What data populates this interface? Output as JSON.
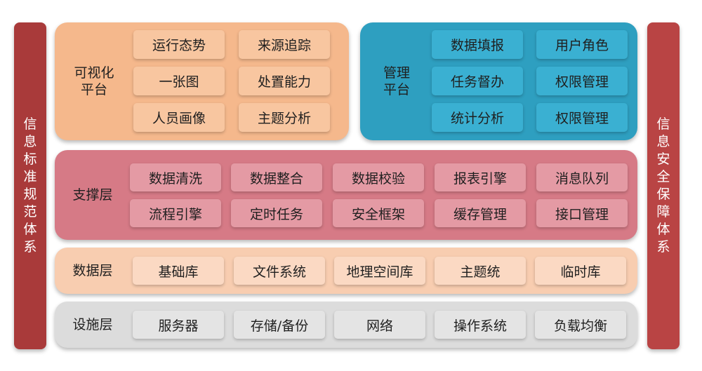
{
  "left_bar": {
    "label": "信息标准规范体系"
  },
  "right_bar": {
    "label": "信息安全保障体系"
  },
  "viz_platform": {
    "title": "可视化\n平台",
    "items": [
      "运行态势",
      "来源追踪",
      "一张图",
      "处置能力",
      "人员画像",
      "主题分析"
    ]
  },
  "mgmt_platform": {
    "title": "管理\n平台",
    "items": [
      "数据填报",
      "用户角色",
      "任务督办",
      "权限管理",
      "统计分析",
      "权限管理"
    ]
  },
  "support_layer": {
    "title": "支撑层",
    "items": [
      "数据清洗",
      "数据整合",
      "数据校验",
      "报表引擎",
      "消息队列",
      "流程引擎",
      "定时任务",
      "安全框架",
      "缓存管理",
      "接口管理"
    ]
  },
  "data_layer": {
    "title": "数据层",
    "items": [
      "基础库",
      "文件系统",
      "地理空间库",
      "主题统",
      "临时库"
    ]
  },
  "infra_layer": {
    "title": "设施层",
    "items": [
      "服务器",
      "存储/备份",
      "网络",
      "操作系统",
      "负载均衡"
    ]
  },
  "colors": {
    "side_left": "#a93a3a",
    "side_right": "#b94444",
    "viz": "#f5b88c",
    "mgmt": "#2e9fc0",
    "support": "#d67a86",
    "data": "#f8cdb0",
    "infra": "#dcdcdc"
  }
}
